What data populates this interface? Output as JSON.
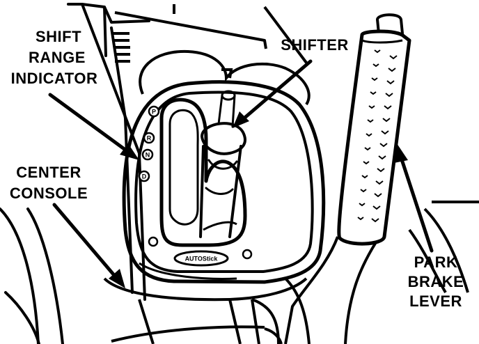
{
  "labels": {
    "shift_range_indicator": [
      "SHIFT",
      "RANGE",
      "INDICATOR"
    ],
    "shifter": "SHIFTER",
    "center_console": [
      "CENTER",
      "CONSOLE"
    ],
    "park_brake_lever": [
      "PARK",
      "BRAKE",
      "LEVER"
    ]
  },
  "indicator_letters": [
    "P",
    "R",
    "N",
    "D"
  ],
  "badge_text": "AUTOStick"
}
